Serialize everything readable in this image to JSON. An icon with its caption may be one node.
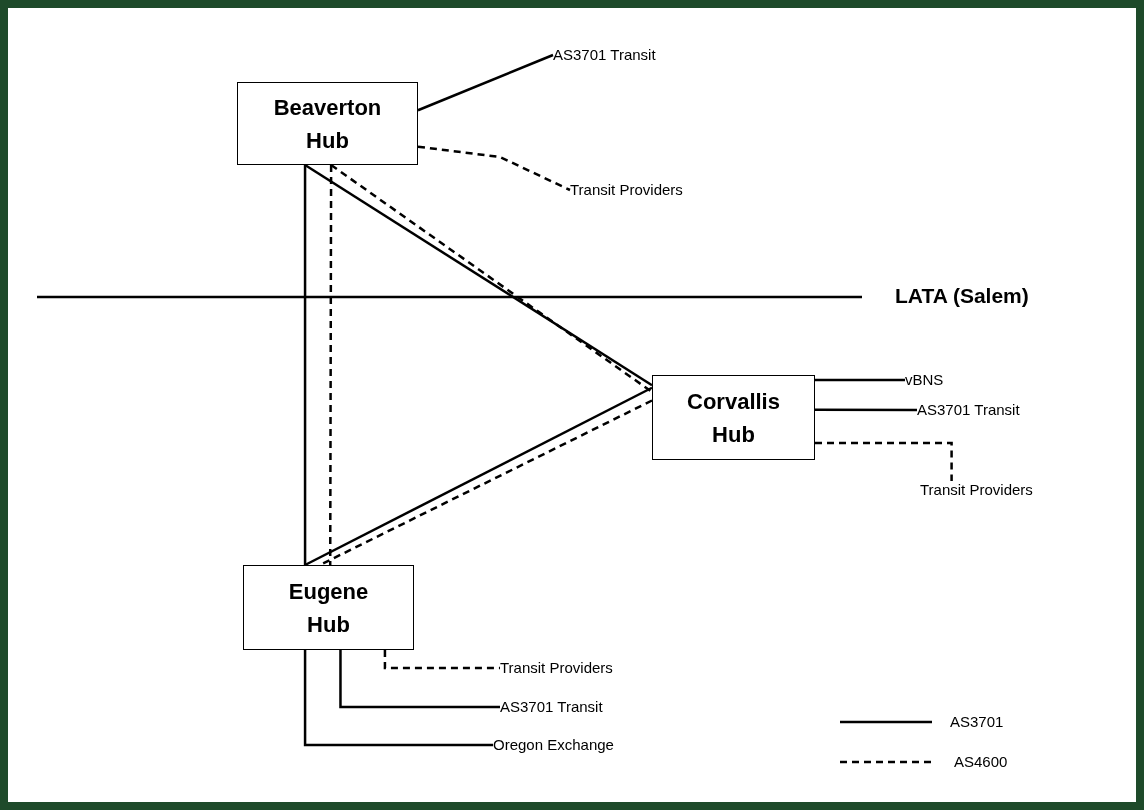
{
  "diagram": {
    "nodes": [
      {
        "text": [
          "Beaverton Hub"
        ]
      },
      {
        "text": [
          "Corvallis Hub"
        ]
      },
      {
        "text": [
          "Eugene Hub"
        ]
      },
      {
        "text": [
          "AS3701 Transit"
        ]
      },
      {
        "text": [
          "Transit Providers"
        ]
      },
      {
        "text": [
          "vBNS"
        ]
      },
      {
        "text": [
          "AS3701 Transit"
        ]
      },
      {
        "text": [
          "Transit Providers"
        ]
      },
      {
        "text": [
          "Transit Providers"
        ]
      },
      {
        "text": [
          "AS3701 Transit"
        ]
      },
      {
        "text": [
          "Oregon Exchange"
        ]
      }
    ],
    "edges": [
      {
        "from": 0,
        "to": 1,
        "arrow": "none"
      },
      {
        "from": 0,
        "to": 1,
        "arrow": "none",
        "style": "dashed"
      },
      {
        "from": 0,
        "to": 2,
        "arrow": "none"
      },
      {
        "from": 0,
        "to": 2,
        "arrow": "none",
        "style": "dashed"
      },
      {
        "from": 1,
        "to": 2,
        "arrow": "none"
      },
      {
        "from": 1,
        "to": 2,
        "arrow": "none",
        "style": "dashed"
      },
      {
        "from": 0,
        "to": 3,
        "arrow": "none"
      },
      {
        "from": 0,
        "to": 4,
        "arrow": "none",
        "style": "dashed"
      },
      {
        "from": 1,
        "to": 5,
        "arrow": "none"
      },
      {
        "from": 1,
        "to": 6,
        "arrow": "none"
      },
      {
        "from": 1,
        "to": 7,
        "arrow": "none",
        "style": "dashed"
      },
      {
        "from": 2,
        "to": 8,
        "arrow": "none",
        "style": "dashed"
      },
      {
        "from": 2,
        "to": 9,
        "arrow": "none"
      },
      {
        "from": 2,
        "to": 10,
        "arrow": "none"
      }
    ],
    "labels": [
      "LATA (Salem)"
    ],
    "legend": [
      {
        "text": "AS3701"
      },
      {
        "text": "AS4600"
      }
    ]
  }
}
